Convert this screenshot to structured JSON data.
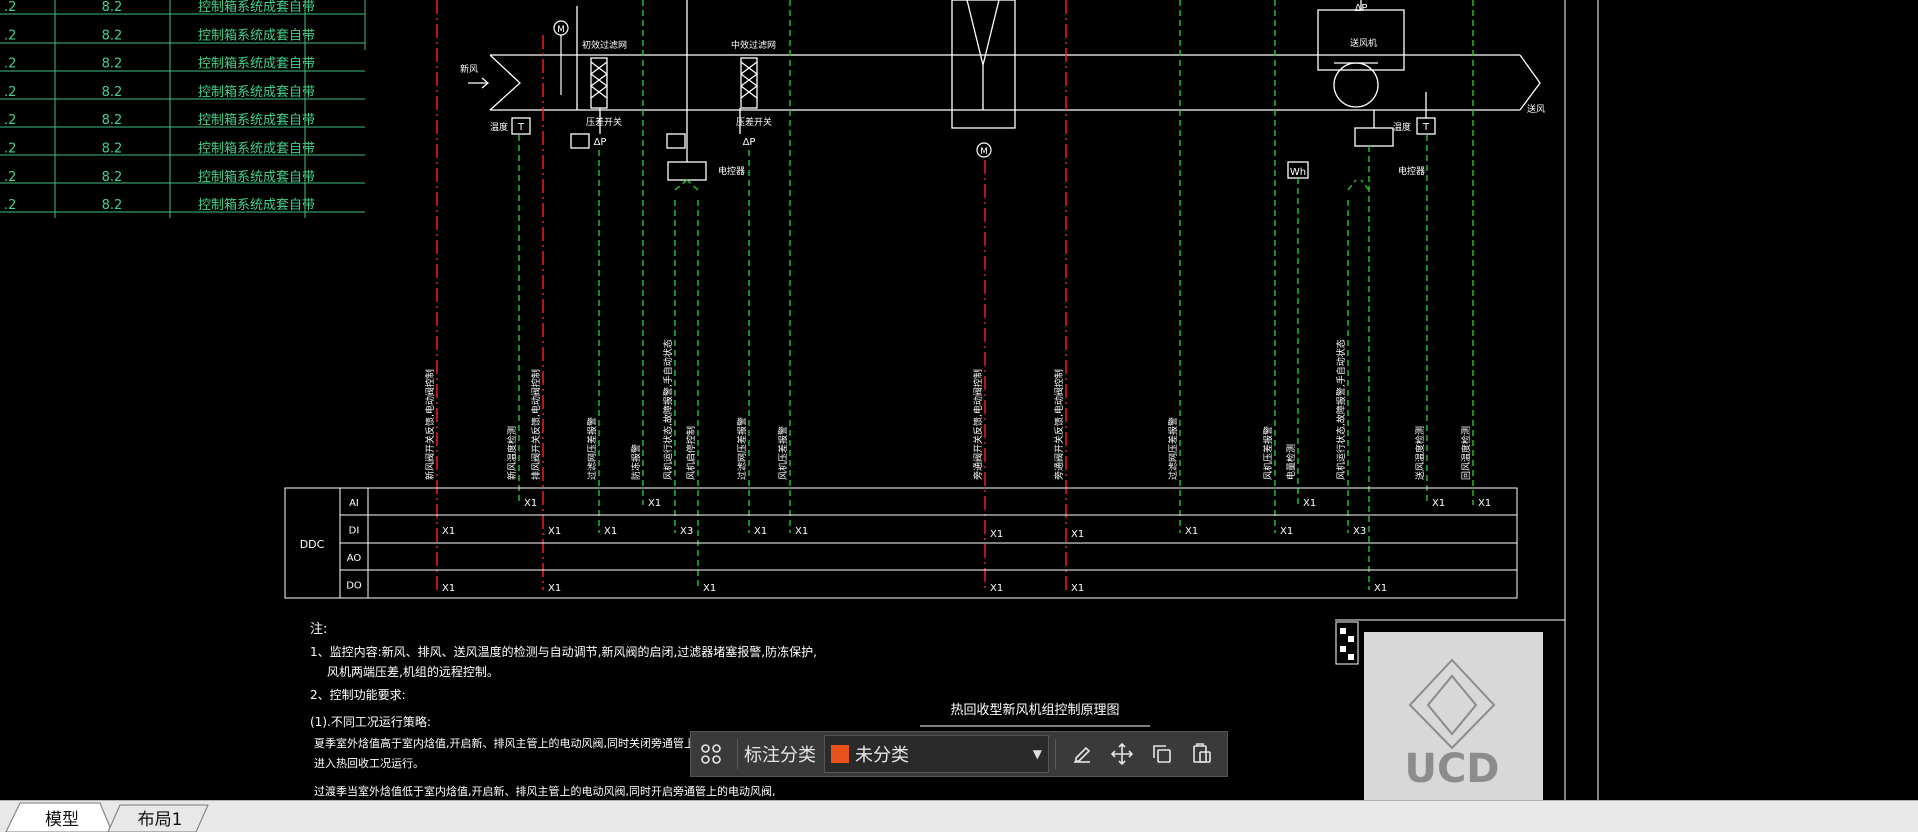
{
  "table": {
    "rows": [
      {
        "c1": ".2",
        "c2": "8.2",
        "c3": "控制箱系统成套自带"
      },
      {
        "c1": ".2",
        "c2": "8.2",
        "c3": "控制箱系统成套自带"
      },
      {
        "c1": ".2",
        "c2": "8.2",
        "c3": "控制箱系统成套自带"
      },
      {
        "c1": ".2",
        "c2": "8.2",
        "c3": "控制箱系统成套自带"
      },
      {
        "c1": ".2",
        "c2": "8.2",
        "c3": "控制箱系统成套自带"
      },
      {
        "c1": ".2",
        "c2": "8.2",
        "c3": "控制箱系统成套自带"
      },
      {
        "c1": ".2",
        "c2": "8.2",
        "c3": "控制箱系统成套自带"
      },
      {
        "c1": ".2",
        "c2": "8.2",
        "c3": "控制箱系统成套自带"
      }
    ]
  },
  "diagram": {
    "fresh_air": "新风",
    "supply_air": "送风",
    "coarse_filter": "初效过滤网",
    "medium_filter": "中效过滤网",
    "pressure_switch_1": "压差开关",
    "pressure_switch_2": "压差开关",
    "temp_1": "温度",
    "temp_2": "温度",
    "contactor_1": "电控器",
    "contactor_2": "电控器",
    "fan": "送风机",
    "motor": "M",
    "dp": "ΔP",
    "t": "T",
    "wh": "Wh"
  },
  "signal_labels": [
    "新风阀开关反馈,电动阀控制",
    "新风温度检测",
    "排风阀开关反馈,电动阀控制",
    "过滤网压差报警",
    "防冻报警",
    "风机运行状态,故障报警,手自动状态",
    "风机启停控制",
    "过滤网压差报警",
    "风机压差报警",
    "旁通阀开关反馈,电动阀控制",
    "旁通阀开关反馈,电动阀控制",
    "过滤网压差报警",
    "风机压差报警",
    "电量检测",
    "风机运行状态,故障报警,手自动状态",
    "送风温度检测",
    "回风温度检测"
  ],
  "ddc": {
    "label": "DDC",
    "rows": [
      "AI",
      "DI",
      "AO",
      "DO"
    ],
    "x1": "X1",
    "x3": "X3"
  },
  "notes": {
    "title": "注:",
    "l1": "1、监控内容:新风、排风、送风温度的检测与自动调节,新风阀的启闭,过滤器堵塞报警,防冻保护,",
    "l2": "风机两端压差,机组的远程控制。",
    "l3": "2、控制功能要求:",
    "l4": "(1).不同工况运行策略:",
    "l5": "夏季室外焓值高于室内焓值,开启新、排风主管上的电动风阀,同时关闭旁通管上的电动风阀",
    "l6": "进入热回收工况运行。",
    "l7": "过渡季当室外焓值低于室内焓值,开启新、排风主管上的电动风阀,同时开启旁通管上的电动风阀,"
  },
  "drawing_title": "热回收型新风机组控制原理图",
  "logo_text": "UCD",
  "toolbar": {
    "category_label": "标注分类",
    "category_value": "未分类",
    "category_color": "#e8531c",
    "icons": [
      "grid-icon",
      "edit-icon",
      "move-icon",
      "copy-icon",
      "paste-icon"
    ]
  },
  "tabs": [
    {
      "label": "模型",
      "active": true
    },
    {
      "label": "布局1",
      "active": false
    }
  ],
  "colors": {
    "background": "#000000",
    "table_line": "#3fbf7f",
    "table_text": "#43d18a",
    "signal_green": "#22cc22",
    "signal_red": "#ff2222",
    "line_white": "#ffffff"
  }
}
